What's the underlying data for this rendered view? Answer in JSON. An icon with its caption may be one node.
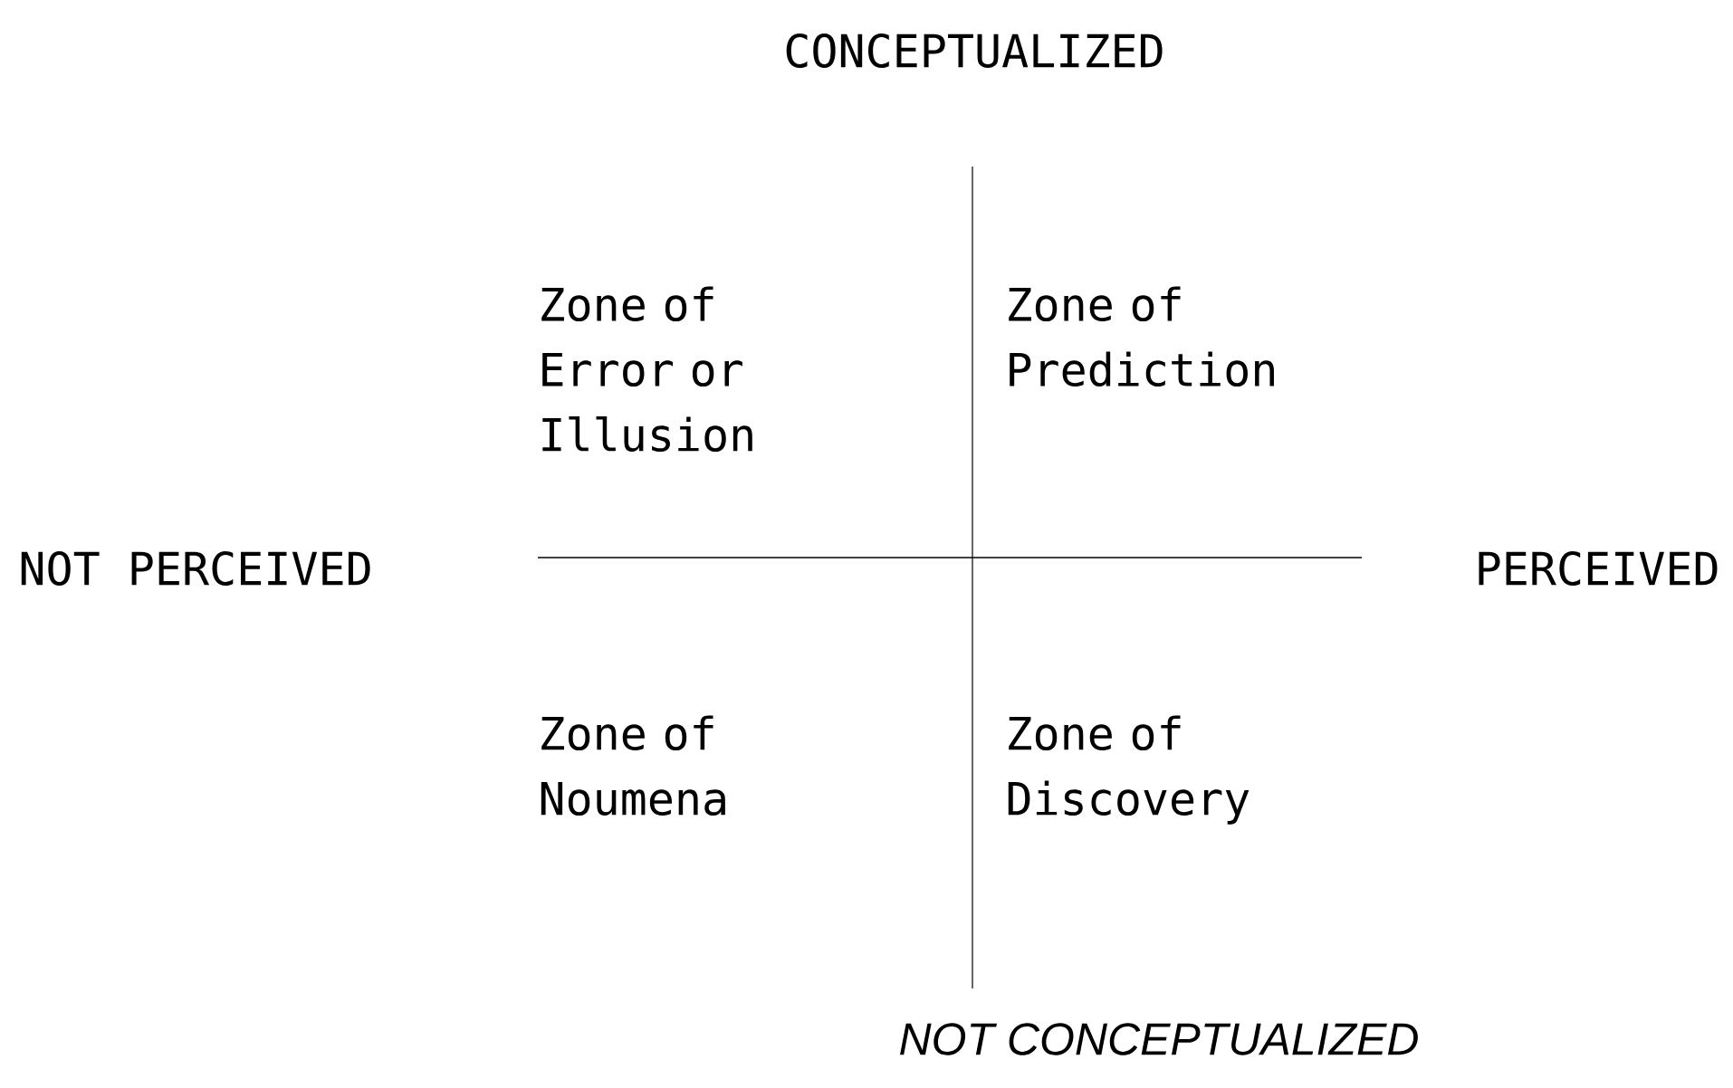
{
  "diagram": {
    "labels": [
      "CONCEPTUALIZED",
      "Zone of Error or Illusion",
      "Zone of Prediction",
      "NOT PERCEIVED",
      "PERCEIVED",
      "Zone of Noumena",
      "Zone of Discovery",
      "NOT CONCEPTUALIZED"
    ]
  }
}
